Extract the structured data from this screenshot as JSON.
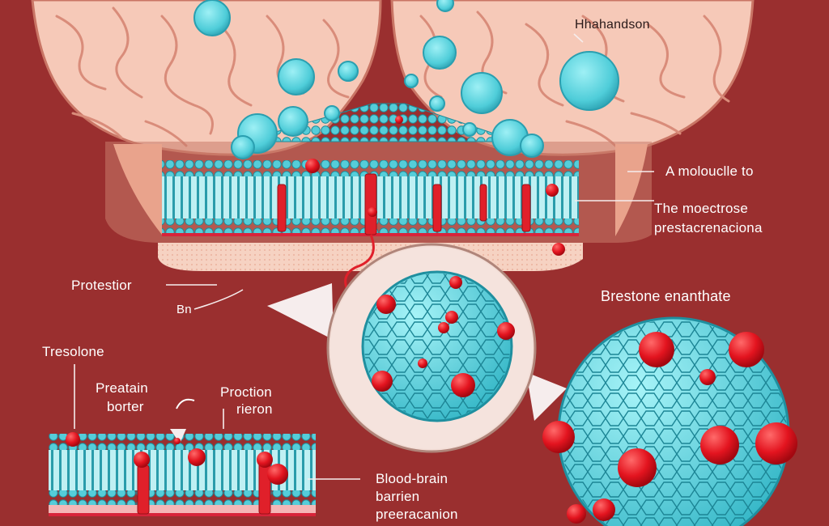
{
  "labels": {
    "top_right": "Hhahandson",
    "molecule": "A molouclle to",
    "moectrose_line1": "The moectrose",
    "moectrose_line2": "prestacrenaciona",
    "protestior": "Protestior",
    "bn": "Bn",
    "brestone": "Brestone enanthate",
    "tresolone": "Tresolone",
    "preatain_line1": "Preatain",
    "preatain_line2": "borter",
    "proction_line1": "Proction",
    "proction_line2": "rieron",
    "bbb_line1": "Blood-brain",
    "bbb_line2": "barrien",
    "bbb_line3": "preeracanion"
  },
  "colors": {
    "background": "#9a2f2f",
    "brain": "#f6c9b8",
    "brain_fold": "#d98c7a",
    "membrane_blue": "#4ec9d6",
    "membrane_dark": "#1f8f9f",
    "drug_red": "#e0202a",
    "label_text": "#ffffff"
  },
  "icons": {
    "molecule": "molecule-cluster-icon",
    "magnifier": "magnifier-lens-icon",
    "channel": "membrane-channel-icon"
  }
}
